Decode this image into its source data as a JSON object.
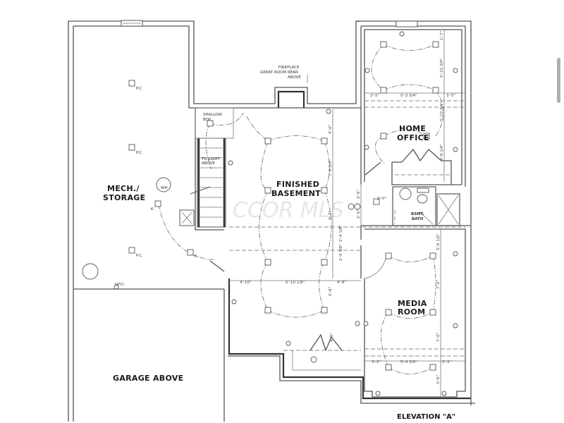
{
  "plan": {
    "rooms": {
      "mech_storage": [
        "MECH./",
        "STORAGE"
      ],
      "finished_basement": [
        "FINISHED",
        "BASEMENT"
      ],
      "home_office": [
        "HOME",
        "OFFICE"
      ],
      "bsmt_bath": [
        "BSMT.",
        "BATH"
      ],
      "media_room": [
        "MEDIA",
        "ROOM"
      ],
      "garage_above": "GARAGE ABOVE"
    },
    "notes": {
      "fireplace": [
        "FIREPLACE",
        "GREAT ROOM REAR",
        "ABOVE"
      ],
      "shallow_box": [
        "SHALLOW",
        "BOX"
      ],
      "to_light_above": [
        "TO LIGHT",
        "ABOVE"
      ],
      "wh": "WH",
      "pc": "P.C.",
      "k": "K.",
      "gfci": "GFCI"
    },
    "dimensions": {
      "office_top_left": "3'-5\"",
      "office_top_mid": "5'-2 3/4\"",
      "office_top_right": "3'-5\"",
      "office_v1": "1'-7\"",
      "office_v2": "5'-10 3/4\"",
      "office_v3": "5'-10 3/4\"",
      "office_v4": "3'-8 1/4\"",
      "basement_v1": "4'-0\"",
      "basement_v2": "7'-5 3/4\"",
      "basement_v3": "3'-3\"",
      "basement_v4": "2'-4 1/8\"",
      "basement_v5": "2'-4 1/8\"",
      "basement_v6": "6'-8\"",
      "basement_h1": "4'-10\"",
      "basement_h2": "6'-10 1/8\"",
      "basement_h3": "4'-8\"",
      "bath_h": "2'-0\"",
      "hall_v1": "2'-6\"",
      "hall_v2": "2'-6\"",
      "media_v1": "5'-6 1/2\"",
      "media_v2": "7'-0\"",
      "media_v3": "7'-0\"",
      "media_v4": "3'-6\"",
      "media_h1": "3'-3\"",
      "media_h2": "5'-4 3/4\"",
      "media_h3": "3'-3\"",
      "door_dim": "4'-0\""
    },
    "watermark": "CCOR MLS",
    "elevation_label": "ELEVATION \"A\""
  },
  "colors": {
    "background": "#ffffff",
    "line": "#555555",
    "text": "#1a1a1a",
    "scrollbar": "#b0b0b0"
  }
}
